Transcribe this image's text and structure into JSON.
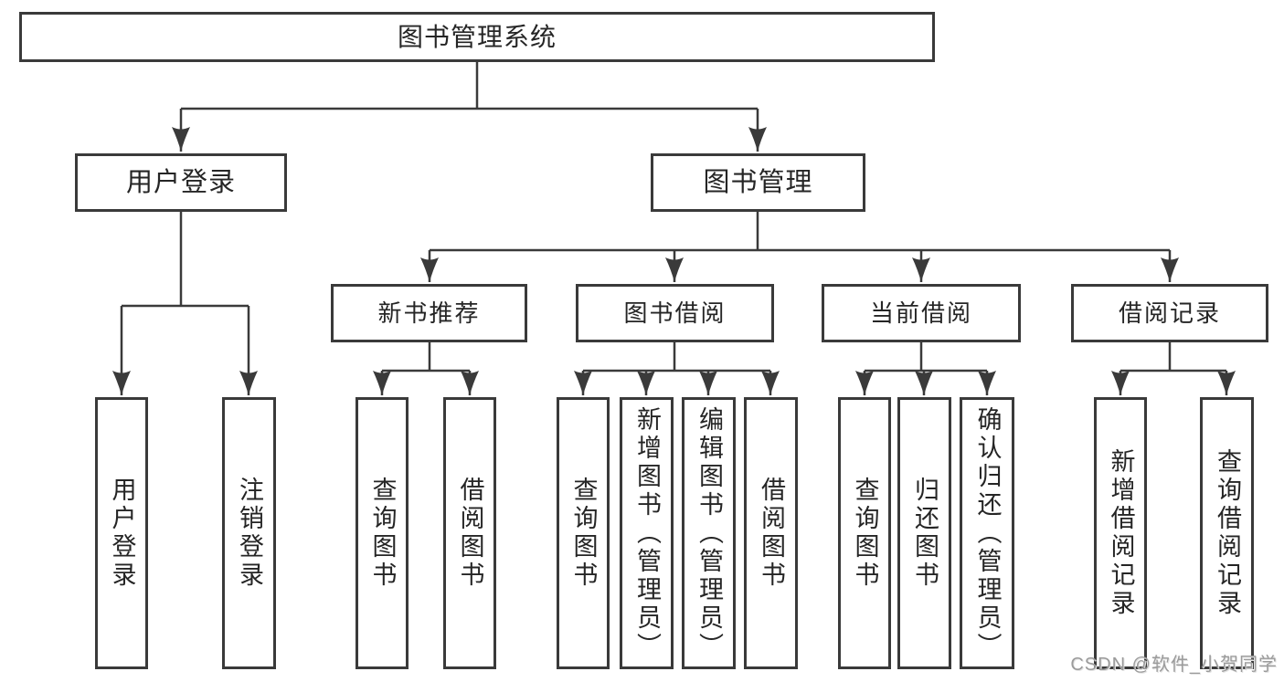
{
  "diagram": {
    "type": "hierarchy-tree",
    "title": "图书管理系统",
    "watermark": "CSDN @软件_小贺同学",
    "colors": {
      "background": "#ffffff",
      "box_border": "#3a3a3a",
      "connector_line": "#3a3a3a",
      "text": "#252525",
      "watermark_text": "#9b9b9b"
    },
    "tree": {
      "label": "图书管理系统",
      "children": [
        {
          "label": "用户登录",
          "children": [
            {
              "label": "用户登录"
            },
            {
              "label": "注销登录"
            }
          ]
        },
        {
          "label": "图书管理",
          "children": [
            {
              "label": "新书推荐",
              "children": [
                {
                  "label": "查询图书"
                },
                {
                  "label": "借阅图书"
                }
              ]
            },
            {
              "label": "图书借阅",
              "children": [
                {
                  "label": "查询图书"
                },
                {
                  "label": "新增图书（管理员）"
                },
                {
                  "label": "编辑图书（管理员）"
                },
                {
                  "label": "借阅图书"
                }
              ]
            },
            {
              "label": "当前借阅",
              "children": [
                {
                  "label": "查询图书"
                },
                {
                  "label": "归还图书"
                },
                {
                  "label": "确认归还（管理员）"
                }
              ]
            },
            {
              "label": "借阅记录",
              "children": [
                {
                  "label": "新增借阅记录"
                },
                {
                  "label": "查询借阅记录"
                }
              ]
            }
          ]
        }
      ]
    }
  }
}
